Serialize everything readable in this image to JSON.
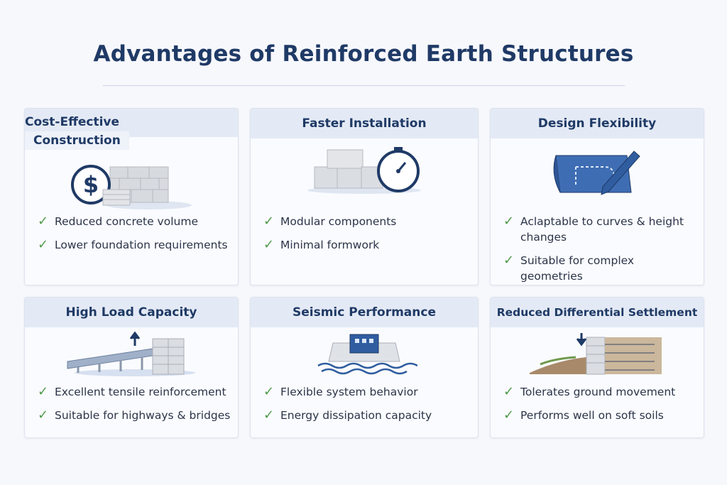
{
  "title": "Advantages of Reinforced Earth Structures",
  "cards": [
    {
      "title_line1": "Cost-Effective",
      "title_line2": "Construction",
      "icon": "dollar-blocks-icon",
      "points": [
        "Reduced concrete volume",
        "Lower foundation requirements"
      ]
    },
    {
      "title": "Faster Installation",
      "icon": "blocks-stopwatch-icon",
      "points": [
        "Modular components",
        "Minimal formwork"
      ]
    },
    {
      "title": "Design Flexibility",
      "icon": "blueprint-pencil-icon",
      "points": [
        "Aclaptable to curves & height changes",
        "Suitable for complex geometries"
      ]
    },
    {
      "title": "High Load Capacity",
      "icon": "bridge-wall-icon",
      "points": [
        "Excellent tensile reinforcement",
        "Suitable for highways & bridges"
      ]
    },
    {
      "title": "Seismic Performance",
      "icon": "building-waves-icon",
      "points": [
        "Flexible system behavior",
        "Energy dissipation capacity"
      ]
    },
    {
      "title": "Reduced Differential Settlement",
      "icon": "wall-soil-icon",
      "points": [
        "Tolerates ground movement",
        "Performs well on soft soils"
      ]
    }
  ],
  "check_symbol": "✓",
  "colors": {
    "title": "#1f3a66",
    "check": "#4f9a4c",
    "header": "#e4eaf5"
  }
}
